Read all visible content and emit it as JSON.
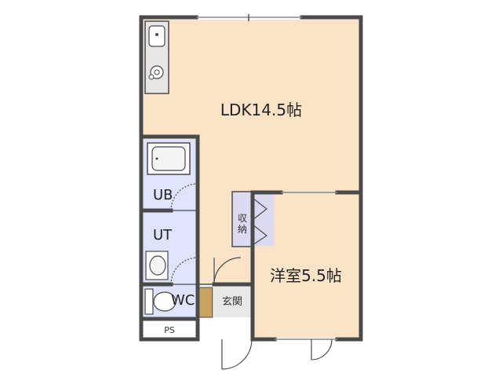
{
  "floorplan": {
    "rooms": {
      "ldk": "LDK14.5帖",
      "western_room": "洋室5.5帖",
      "storage": "収納",
      "unit_bath": "UB",
      "utility": "UT",
      "toilet": "WC",
      "entrance": "玄関",
      "pipe_space": "PS"
    },
    "colors": {
      "tatami_area": "#fbe3c8",
      "wet_area": "#dfe3fb",
      "storage": "#dcdaf3",
      "wall": "#4a4a4a",
      "genkan_floor": "#e8e8e8",
      "shoebox": "#c8a25e"
    }
  }
}
